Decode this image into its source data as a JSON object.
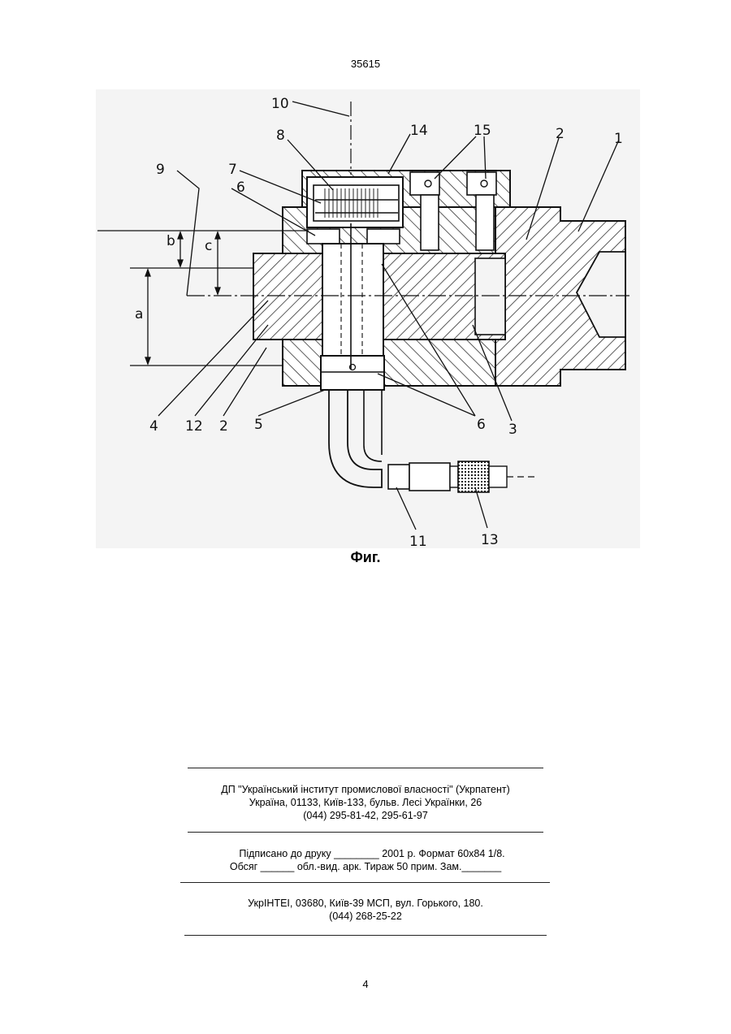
{
  "header": {
    "document_number": "35615"
  },
  "figure": {
    "caption": "Фиг.",
    "labels": [
      "10",
      "14",
      "15",
      "2",
      "1",
      "8",
      "9",
      "7",
      "6",
      "b",
      "c",
      "a",
      "4",
      "12",
      "2",
      "5",
      "6",
      "3",
      "11",
      "13"
    ]
  },
  "imprint": {
    "publisher_lines": [
      "ДП \"Український інститут промислової власності\" (Укрпатент)",
      "Україна, 01133, Київ-133, бульв. Лесі Українки, 26",
      "(044) 295-81-42, 295-61-97"
    ],
    "print_lines": [
      "Підписано до друку ________ 2001 р.    Формат 60х84 1/8.",
      "Обсяг ______ обл.-вид. арк.   Тираж 50 прим.    Зам._______"
    ],
    "printer_lines": [
      "УкрІНТЕІ, 03680, Київ-39 МСП, вул. Горького, 180.",
      "(044) 268-25-22"
    ]
  },
  "footer": {
    "page_number": "4"
  }
}
